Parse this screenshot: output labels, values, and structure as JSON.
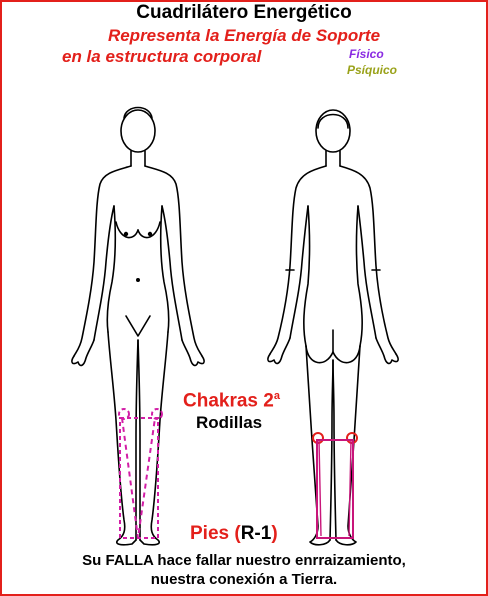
{
  "title": "Cuadrilátero Energético",
  "subtitle_line1": "Representa la Energía de Soporte",
  "subtitle_line2": "en la estructura corporal",
  "legend": {
    "fisico": "Físico",
    "psiquico": "Psíquico"
  },
  "labels": {
    "chakras": "Chakras 2",
    "chakras_sup": "a",
    "rodillas": "Rodillas",
    "pies_word": "Pies",
    "pies_open": " (",
    "pies_code": "R-1",
    "pies_close": ")"
  },
  "footer_line1": "Su FALLA hace fallar nuestro enrraizamiento,",
  "footer_line2": "nuestra conexión a Tierra.",
  "colors": {
    "border": "#e3201b",
    "title": "#000000",
    "accent_red": "#e3201b",
    "fisico": "#8a2be2",
    "psiquico": "#9aa21a",
    "marker_front": "#d21ea6",
    "marker_back": "#c8157a",
    "body_line": "#000000"
  },
  "figures": [
    "front-body-outline",
    "back-body-outline"
  ]
}
